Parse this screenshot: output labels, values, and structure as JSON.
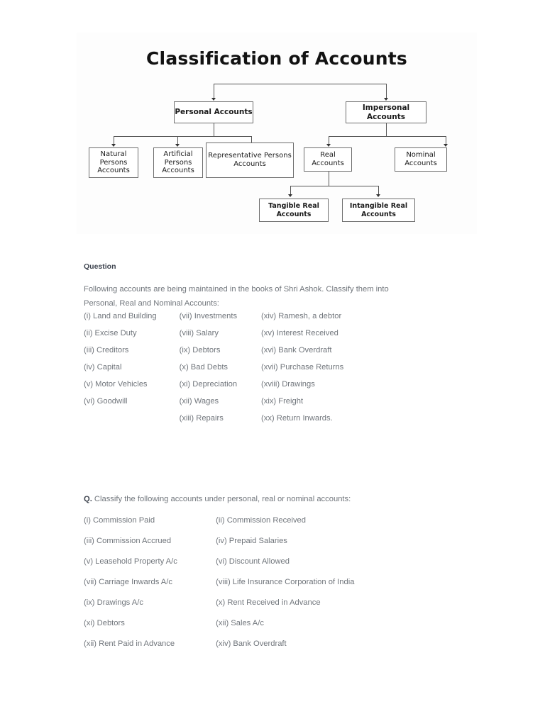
{
  "figure": {
    "title": "Classification of Accounts",
    "nodes": {
      "personal": "Personal Accounts",
      "impersonal": "Impersonal Accounts",
      "natural": "Natural Persons Accounts",
      "artificial": "Artificial Persons Accounts",
      "representative": "Representative Persons Accounts",
      "real": "Real Accounts",
      "nominal": "Nominal Accounts",
      "tangible": "Tangible Real Accounts",
      "intangible": "Intangible Real Accounts"
    }
  },
  "question1": {
    "heading": "Question",
    "prompt": "Following accounts are being maintained in the books of Shri Ashok. Classify them into Personal, Real and Nominal Accounts:",
    "rows": [
      [
        "(i) Land and Building",
        "(vii) Investments",
        "(xiv) Ramesh, a debtor"
      ],
      [
        "(ii) Excise Duty",
        "(viii) Salary",
        "(xv) Interest Received"
      ],
      [
        "(iii) Creditors",
        "(ix) Debtors",
        "(xvi) Bank Overdraft"
      ],
      [
        "(iv) Capital",
        "(x) Bad Debts",
        "(xvii) Purchase Returns"
      ],
      [
        "(v) Motor Vehicles",
        "(xi) Depreciation",
        "(xviii) Drawings"
      ],
      [
        "(vi) Goodwill",
        "(xii) Wages",
        "(xix) Freight"
      ],
      [
        "",
        "(xiii) Repairs",
        "(xx) Return Inwards."
      ]
    ]
  },
  "question2": {
    "marker": "Q.",
    "prompt": " Classify the following accounts under personal, real or nominal accounts:",
    "rows": [
      [
        "(i) Commission Paid",
        "(ii) Commission Received"
      ],
      [
        "(iii) Commission Accrued",
        "(iv) Prepaid Salaries"
      ],
      [
        "(v) Leasehold Property A/c",
        "(vi) Discount Allowed"
      ],
      [
        "(vii) Carriage Inwards A/c",
        "(viii) Life Insurance Corporation of India"
      ],
      [
        "(ix) Drawings A/c",
        "(x) Rent Received in Advance"
      ],
      [
        "(xi) Debtors",
        "(xii) Sales A/c"
      ],
      [
        "(xii) Rent Paid in Advance",
        "(xiv) Bank Overdraft"
      ]
    ]
  },
  "colors": {
    "body_text": "#71767c",
    "heading_text": "#3f4550",
    "diagram_line": "#555555",
    "diagram_box_border": "#6d6d6d",
    "page_background": "#ffffff"
  }
}
